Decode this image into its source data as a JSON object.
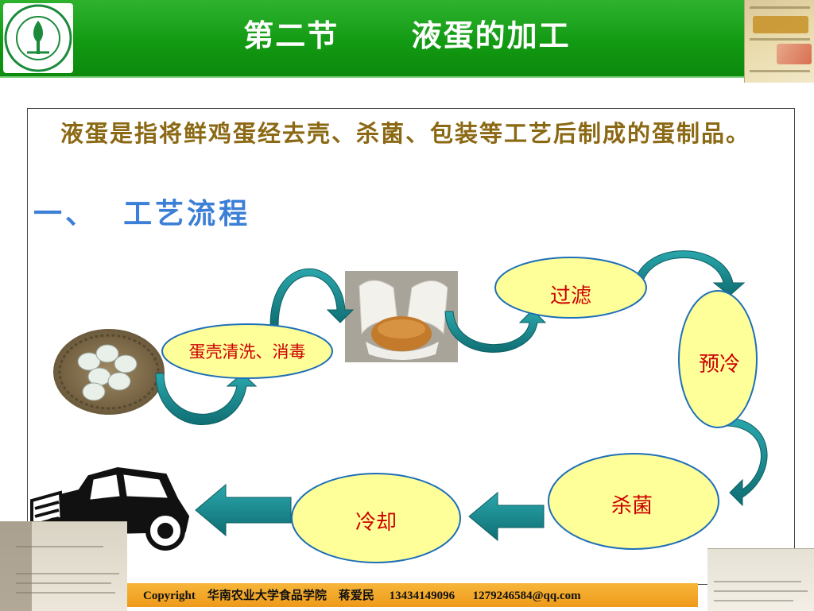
{
  "header": {
    "title": "第二节      液蛋的加工"
  },
  "intro": "液蛋是指将鲜鸡蛋经去壳、杀菌、包装等工艺后制成的蛋制品。",
  "section_title": "一、  工艺流程",
  "flow": {
    "steps": [
      "蛋壳清洗、消毒",
      "过滤",
      "预冷",
      "杀菌",
      "冷却"
    ]
  },
  "footer": {
    "text": "Copyright    华南农业大学食品学院    蒋爱民     13434149096      1279246584@qq.com"
  },
  "colors": {
    "header_green": "#139a13",
    "node_fill": "#ffff99",
    "arrow_teal": "#1a8a8f",
    "label_red": "#cc0000",
    "intro_brown": "#8b6914",
    "section_blue": "#3c7fd6",
    "footer_orange": "#ee9a1a"
  }
}
